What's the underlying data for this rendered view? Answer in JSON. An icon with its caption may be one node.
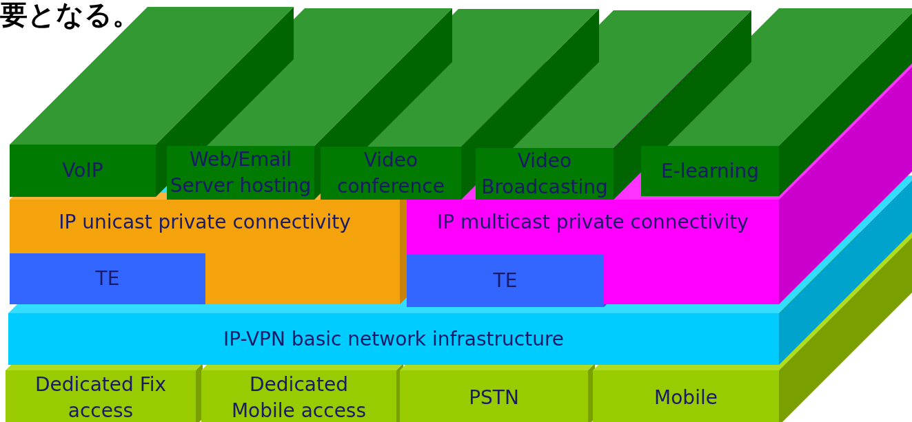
{
  "diagram": {
    "nodes": [
      {
        "text": [
          "VoIP"
        ]
      },
      {
        "text": [
          "Web/Email Server hosting"
        ]
      },
      {
        "text": [
          "Video conference"
        ]
      },
      {
        "text": [
          "Video Broadcasting"
        ]
      },
      {
        "text": [
          "E-learning"
        ]
      },
      {
        "text": [
          "IP unicast private connectivity"
        ]
      },
      {
        "text": [
          "TE"
        ],
        "in": 5
      },
      {
        "text": [
          "IP multicast private connectivity"
        ]
      },
      {
        "text": [
          "TE"
        ],
        "in": 7
      },
      {
        "text": [
          "IP-VPN basic network infrastructure"
        ]
      },
      {
        "text": [
          "Dedicated Fix access"
        ]
      },
      {
        "text": [
          "Dedicated Mobile access"
        ]
      },
      {
        "text": [
          "PSTN"
        ]
      },
      {
        "text": [
          "Mobile"
        ]
      }
    ],
    "labels": [
      "要となる。"
    ]
  }
}
